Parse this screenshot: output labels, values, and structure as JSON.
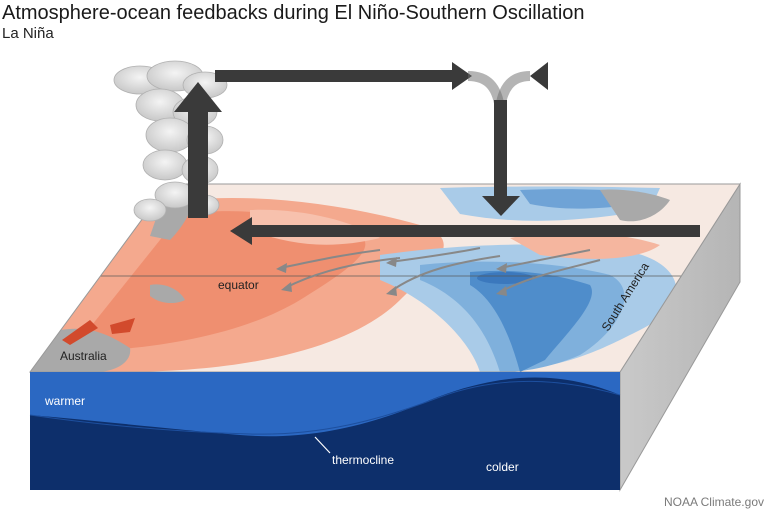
{
  "title": "Atmosphere-ocean feedbacks during El Niño-Southern Oscillation",
  "subtitle": "La Niña",
  "labels": {
    "equator": "equator",
    "australia": "Australia",
    "south_america": "South America",
    "warmer": "warmer",
    "colder": "colder",
    "thermocline": "thermocline"
  },
  "credit": "NOAA Climate.gov",
  "colors": {
    "warm_water": "#f4a98e",
    "cool_water": "#7fb0dc",
    "deep_ocean": "#0d2f6b",
    "upper_ocean": "#2b68c2",
    "land": "#a9a9a9",
    "circulation_arrow": "#3a3a3a"
  },
  "icons": {
    "rising_air": "arrow-up-icon",
    "sinking_air": "arrow-down-icon",
    "trade_winds": "arrow-left-icon",
    "convection": "cloud-icon"
  }
}
